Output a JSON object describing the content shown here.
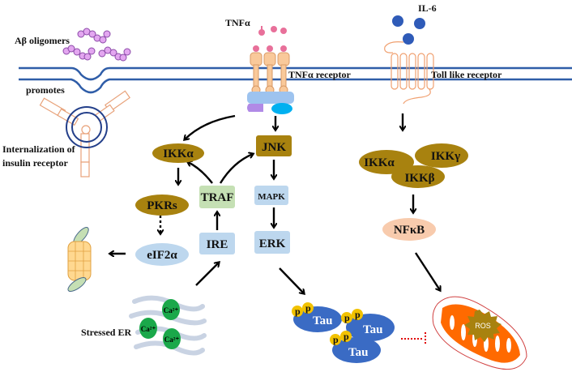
{
  "labels": {
    "abeta": "Aβ oligomers",
    "promotes": "promotes",
    "internalization_1": "Internalization of",
    "internalization_2": "insulin receptor",
    "tnfa": "TNFα",
    "tnfa_receptor": "TNFα receptor",
    "il6": "IL-6",
    "toll": "Toll like receptor",
    "stressed_er": "Stressed ER"
  },
  "nodes": {
    "ikka": "IKKα",
    "jnk": "JNK",
    "traf": "TRAF",
    "mapk": "MAPK",
    "pkrs": "PKRs",
    "ire": "IRE",
    "erk": "ERK",
    "eif2a": "eIF2α",
    "ikk_alpha": "IKKα",
    "ikk_gamma": "IKKγ",
    "ikk_beta": "IKKβ",
    "nfkb": "NFκB",
    "ros": "ROS",
    "tau": "Tau",
    "p": "p",
    "ca": "Ca²⁺"
  },
  "colors": {
    "membrane": "#2f5da8",
    "kinase": "#a8820f",
    "traf": "#c5e0b4",
    "blue_box": "#bdd7ee",
    "nfkb": "#f8cbad",
    "tau": "#3a6bc4",
    "phospho": "#f2c200",
    "calcium": "#1aa84a",
    "mito": "#ff6a00",
    "abeta": "#e3a6f0"
  }
}
